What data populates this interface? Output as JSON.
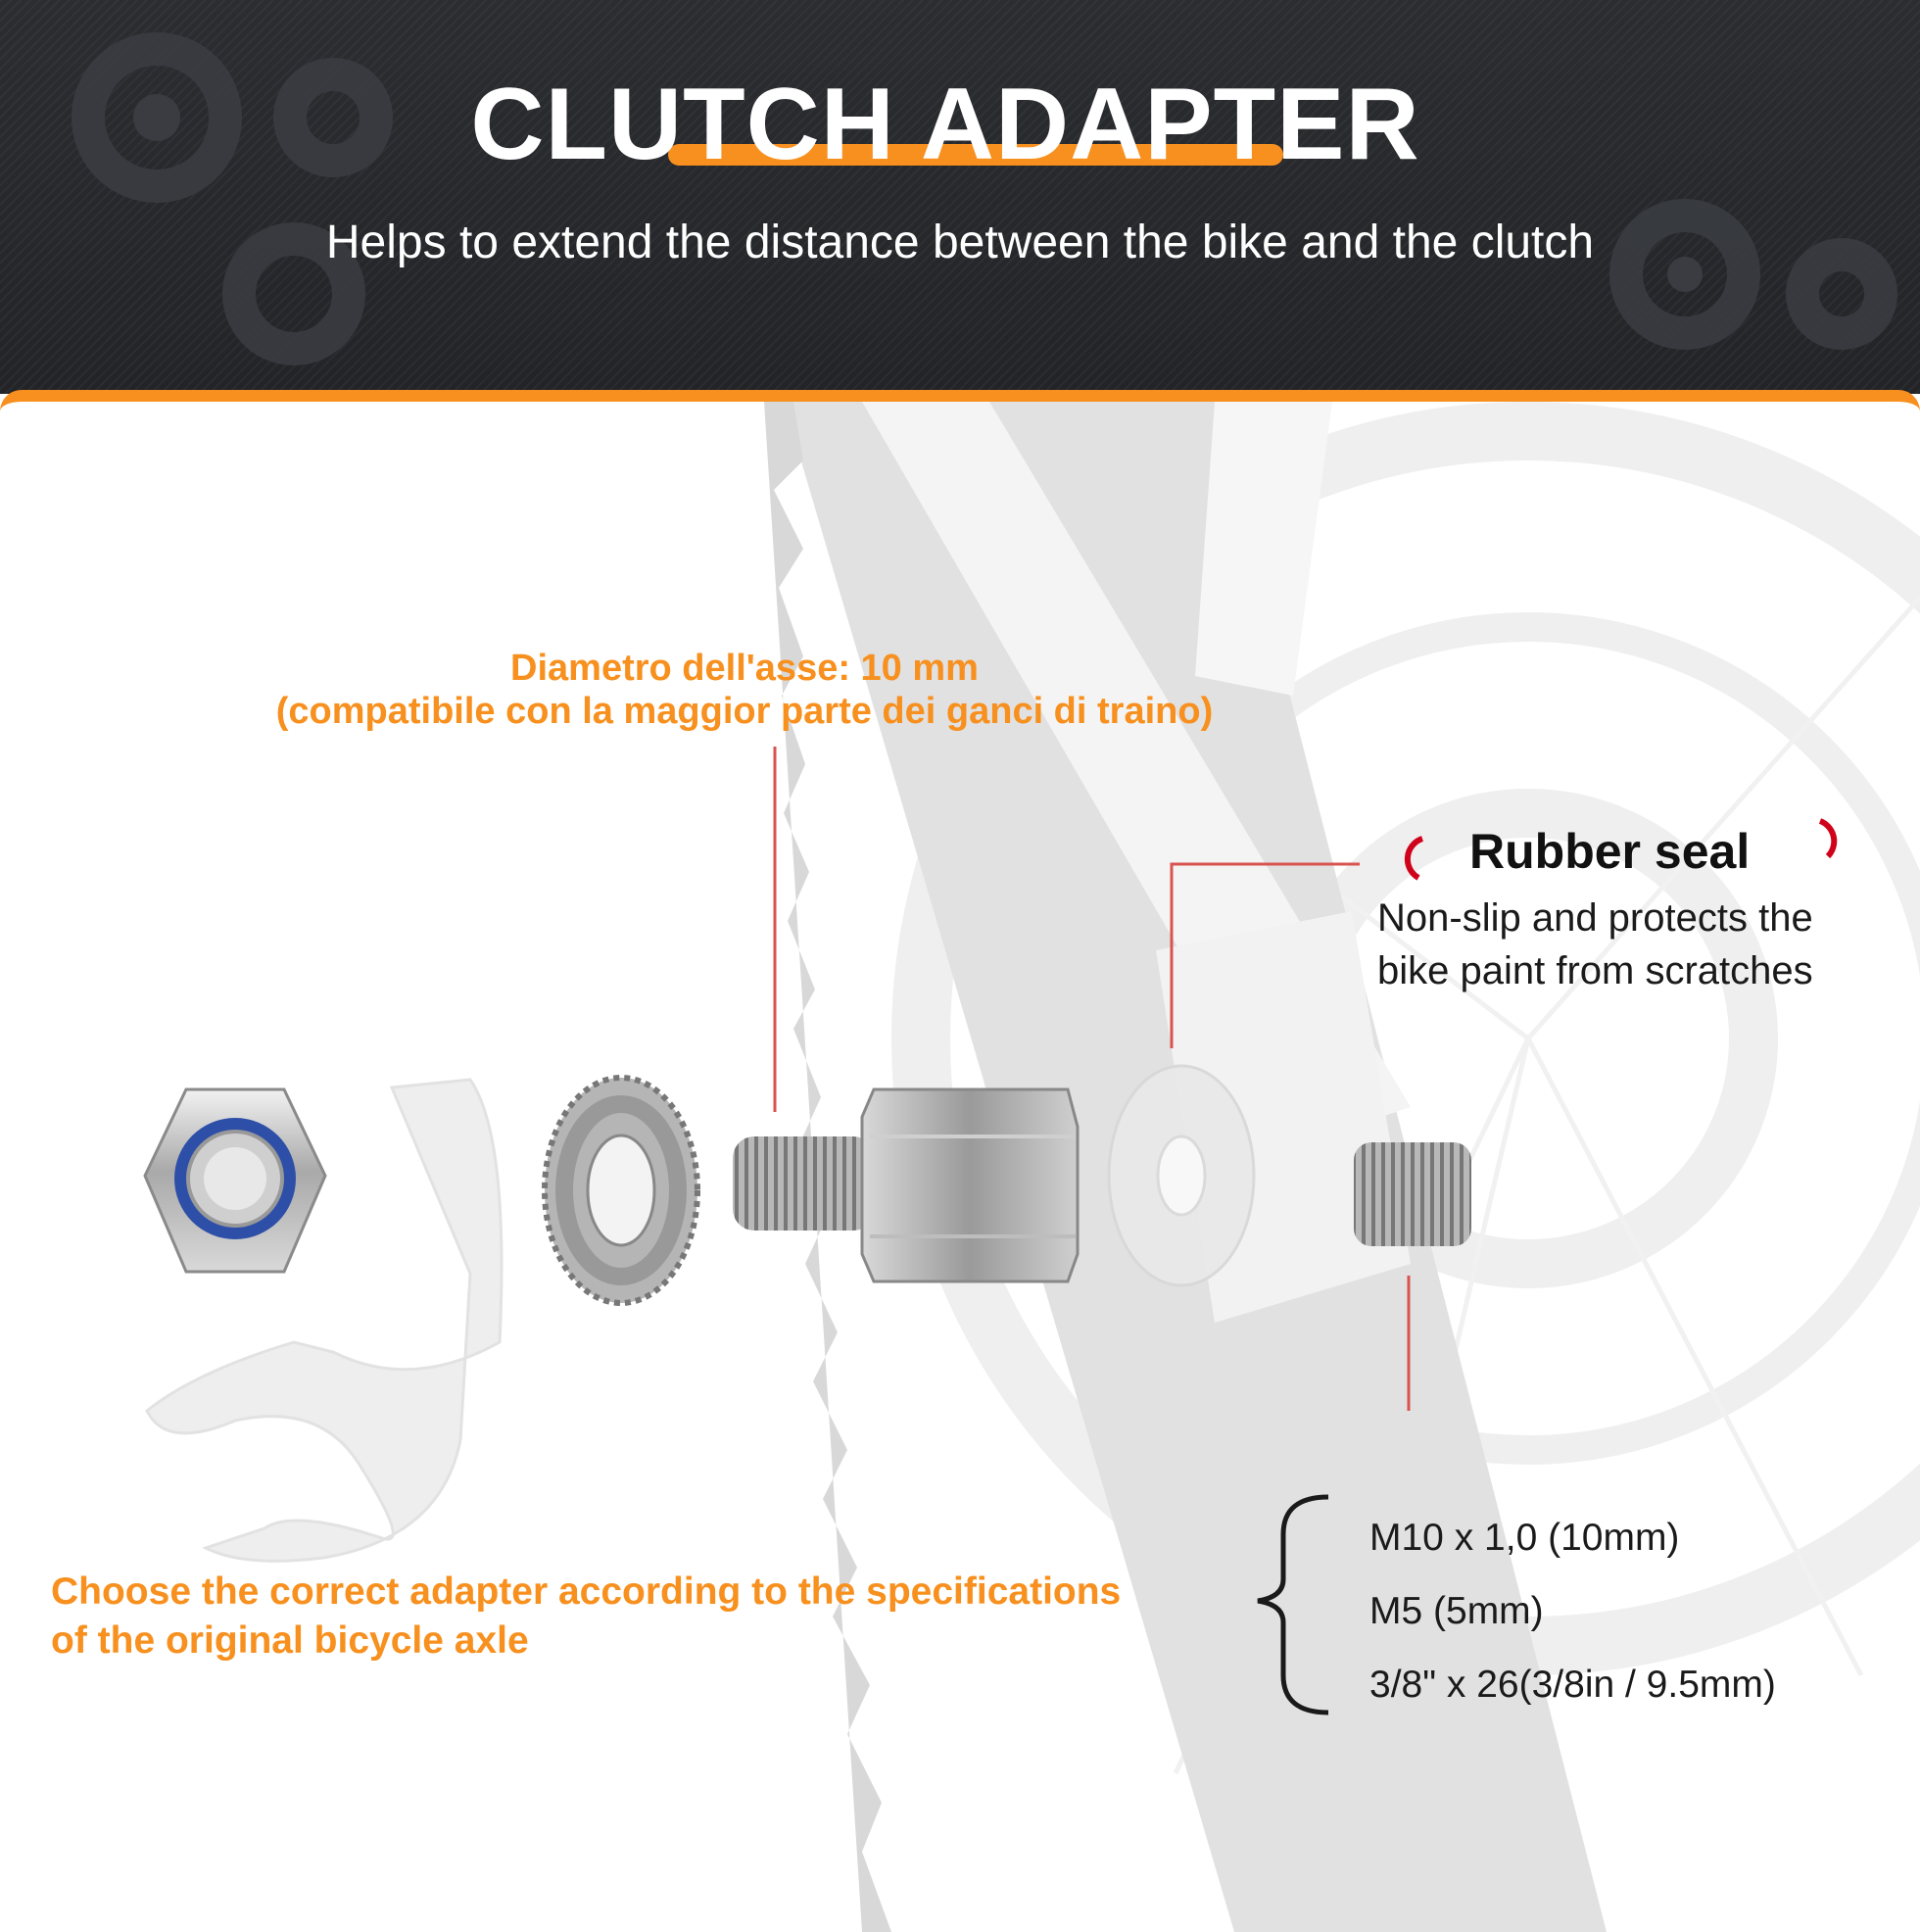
{
  "header": {
    "title": "CLUTCH ADAPTER",
    "subtitle": "Helps to extend the distance between the bike and the clutch"
  },
  "callouts": {
    "axle_line1": "Diametro dell'asse: 10 mm",
    "axle_line2": "(compatibile con la maggior parte dei ganci di traino)",
    "seal_title": "Rubber seal",
    "seal_line1": "Non-slip and protects the",
    "seal_line2": "bike paint from scratches",
    "adapter_line1": "Choose the correct adapter according to the specifications",
    "adapter_line2": "of the original bicycle axle"
  },
  "specs": [
    "M10 x 1,0 (10mm)",
    "M5 (5mm)",
    "3/8\" x 26(3/8in / 9.5mm)"
  ],
  "parts": [
    "lock-nut",
    "hitch-bracket",
    "serrated-washer",
    "threaded-adapter",
    "rubber-seal",
    "threaded-insert"
  ],
  "colors": {
    "accent": "#f7901e",
    "header_bg": "#26272a",
    "leader_line": "#d9534f",
    "seal_marker": "#d0021b"
  }
}
